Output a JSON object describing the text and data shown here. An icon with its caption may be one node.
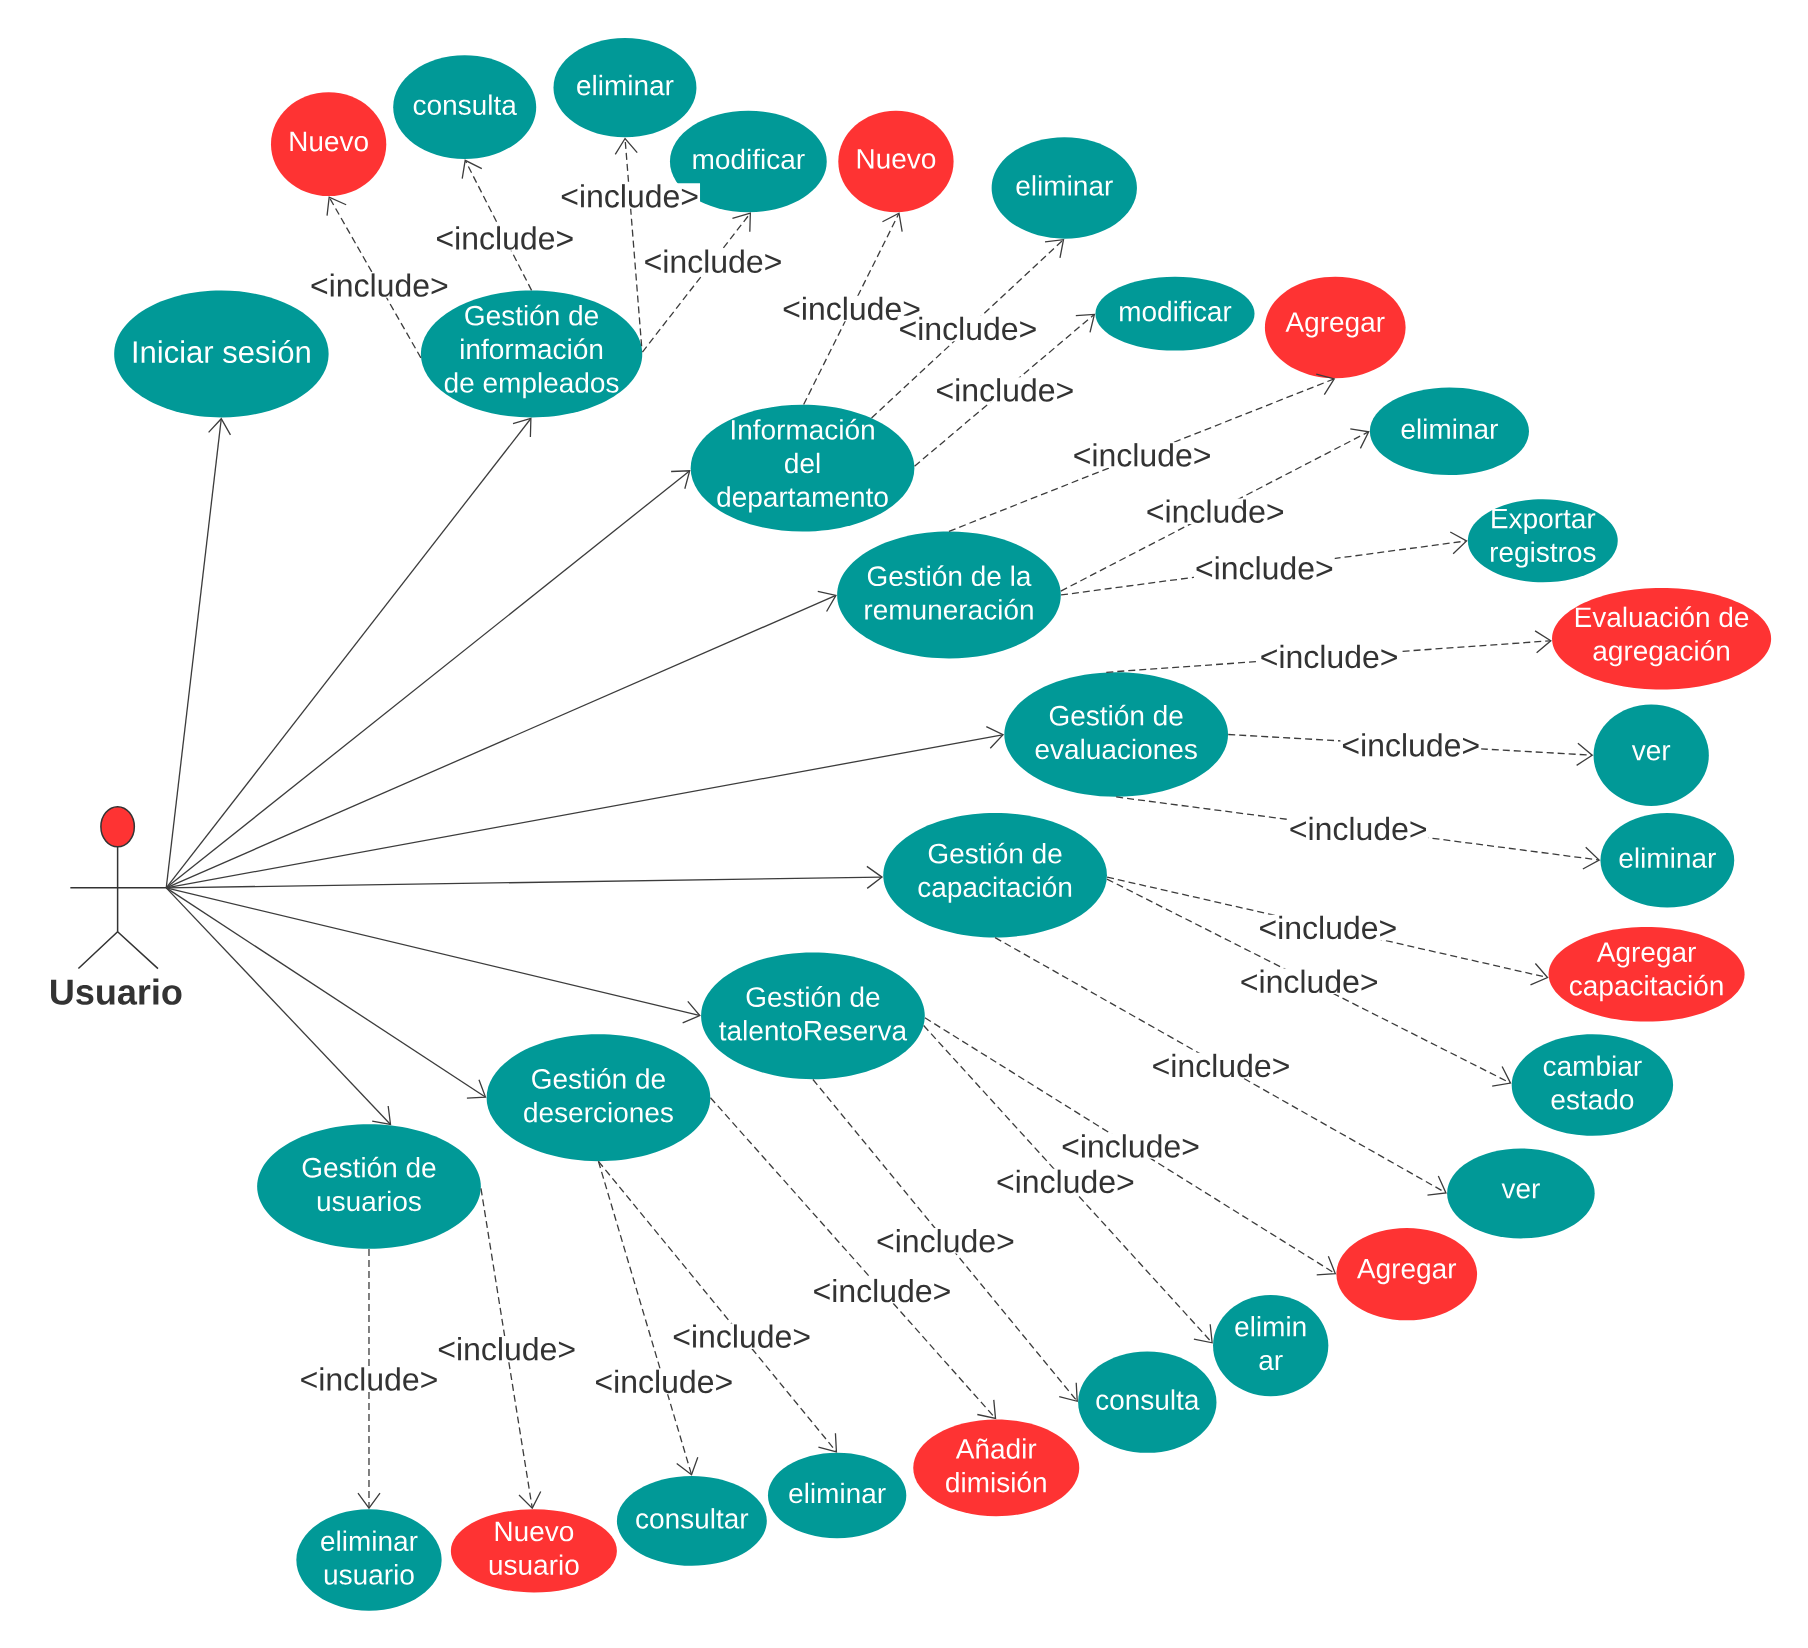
{
  "diagram": {
    "nodes": [
      {
        "text": [
          "Usuario"
        ]
      },
      {
        "text": [
          "Iniciar sesión"
        ]
      },
      {
        "text": [
          "Gestión de información de empleados"
        ]
      },
      {
        "text": [
          "Nuevo"
        ]
      },
      {
        "text": [
          "consulta"
        ]
      },
      {
        "text": [
          "eliminar"
        ]
      },
      {
        "text": [
          "modificar"
        ]
      },
      {
        "text": [
          "Información del departamento"
        ]
      },
      {
        "text": [
          "Nuevo"
        ]
      },
      {
        "text": [
          "eliminar"
        ]
      },
      {
        "text": [
          "modificar"
        ]
      },
      {
        "text": [
          "Gestión de la remuneración"
        ]
      },
      {
        "text": [
          "Agregar"
        ]
      },
      {
        "text": [
          "eliminar"
        ]
      },
      {
        "text": [
          "Exportar registros"
        ]
      },
      {
        "text": [
          "Gestión de evaluaciones"
        ]
      },
      {
        "text": [
          "Evaluación de agregación"
        ]
      },
      {
        "text": [
          "ver"
        ]
      },
      {
        "text": [
          "eliminar"
        ]
      },
      {
        "text": [
          "Gestión de capacitación"
        ]
      },
      {
        "text": [
          "Agregar capacitación"
        ]
      },
      {
        "text": [
          "cambiar estado"
        ]
      },
      {
        "text": [
          "ver"
        ]
      },
      {
        "text": [
          "Gestión de talentoReserva"
        ]
      },
      {
        "text": [
          "Agregar"
        ]
      },
      {
        "text": [
          "elimin ar"
        ]
      },
      {
        "text": [
          "consulta"
        ]
      },
      {
        "text": [
          "Gestión de deserciones"
        ]
      },
      {
        "text": [
          "Añadir dimisión"
        ]
      },
      {
        "text": [
          "eliminar"
        ]
      },
      {
        "text": [
          "consultar"
        ]
      },
      {
        "text": [
          "Gestión de usuarios"
        ]
      },
      {
        "text": [
          "Nuevo usuario"
        ]
      },
      {
        "text": [
          "eliminar usuario"
        ]
      }
    ],
    "edges": [
      {
        "from": 0,
        "to": 1,
        "arrow": "to"
      },
      {
        "from": 0,
        "to": 2,
        "arrow": "to"
      },
      {
        "from": 0,
        "to": 7,
        "arrow": "to"
      },
      {
        "from": 0,
        "to": 11,
        "arrow": "to"
      },
      {
        "from": 0,
        "to": 15,
        "arrow": "to"
      },
      {
        "from": 0,
        "to": 19,
        "arrow": "to"
      },
      {
        "from": 0,
        "to": 23,
        "arrow": "to"
      },
      {
        "from": 0,
        "to": 27,
        "arrow": "to"
      },
      {
        "from": 0,
        "to": 31,
        "arrow": "to"
      },
      {
        "from": 2,
        "to": 3,
        "arrow": "to",
        "label": "<include>",
        "style": "dashed"
      },
      {
        "from": 2,
        "to": 4,
        "arrow": "to",
        "label": "<include>",
        "style": "dashed"
      },
      {
        "from": 2,
        "to": 5,
        "arrow": "to",
        "label": "<include>",
        "style": "dashed"
      },
      {
        "from": 2,
        "to": 6,
        "arrow": "to",
        "label": "<include>",
        "style": "dashed"
      },
      {
        "from": 7,
        "to": 8,
        "arrow": "to",
        "label": "<include>",
        "style": "dashed"
      },
      {
        "from": 7,
        "to": 9,
        "arrow": "to",
        "label": "<include>",
        "style": "dashed"
      },
      {
        "from": 7,
        "to": 10,
        "arrow": "to",
        "label": "<include>",
        "style": "dashed"
      },
      {
        "from": 11,
        "to": 12,
        "arrow": "to",
        "label": "<include>",
        "style": "dashed"
      },
      {
        "from": 11,
        "to": 13,
        "arrow": "to",
        "label": "<include>",
        "style": "dashed"
      },
      {
        "from": 11,
        "to": 14,
        "arrow": "to",
        "label": "<include>",
        "style": "dashed"
      },
      {
        "from": 15,
        "to": 16,
        "arrow": "to",
        "label": "<include>",
        "style": "dashed"
      },
      {
        "from": 15,
        "to": 17,
        "arrow": "to",
        "label": "<include>",
        "style": "dashed"
      },
      {
        "from": 15,
        "to": 18,
        "arrow": "to",
        "label": "<include>",
        "style": "dashed"
      },
      {
        "from": 19,
        "to": 20,
        "arrow": "to",
        "label": "<include>",
        "style": "dashed"
      },
      {
        "from": 19,
        "to": 21,
        "arrow": "to",
        "label": "<include>",
        "style": "dashed"
      },
      {
        "from": 19,
        "to": 22,
        "arrow": "to",
        "label": "<include>",
        "style": "dashed"
      },
      {
        "from": 23,
        "to": 24,
        "arrow": "to",
        "label": "<include>",
        "style": "dashed"
      },
      {
        "from": 23,
        "to": 25,
        "arrow": "to",
        "label": "<include>",
        "style": "dashed"
      },
      {
        "from": 23,
        "to": 26,
        "arrow": "to",
        "label": "<include>",
        "style": "dashed"
      },
      {
        "from": 27,
        "to": 28,
        "arrow": "to",
        "label": "<include>",
        "style": "dashed"
      },
      {
        "from": 27,
        "to": 29,
        "arrow": "to",
        "label": "<include>",
        "style": "dashed"
      },
      {
        "from": 27,
        "to": 30,
        "arrow": "to",
        "label": "<include>",
        "style": "dashed"
      },
      {
        "from": 31,
        "to": 32,
        "arrow": "to",
        "label": "<include>",
        "style": "dashed"
      },
      {
        "from": 31,
        "to": 33,
        "arrow": "to",
        "label": "<include>",
        "style": "dashed"
      }
    ]
  }
}
